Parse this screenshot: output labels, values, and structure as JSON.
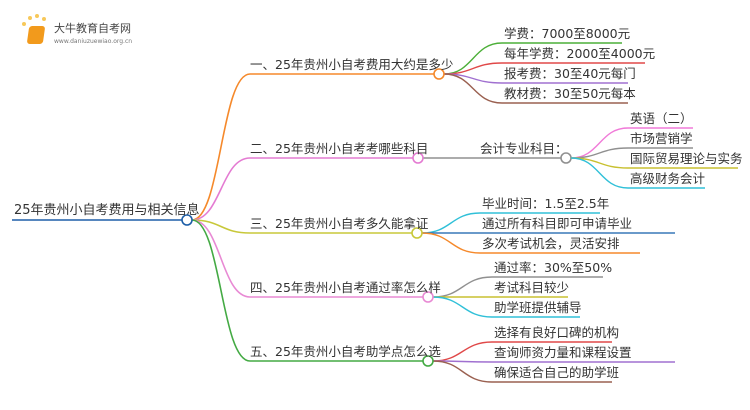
{
  "logo": {
    "name": "大牛教育自考网",
    "url": "www.daniuzuewiao.org.cn"
  },
  "root": "25年贵州小自考费用与相关信息",
  "branches": [
    {
      "label": "一、25年贵州小自考费用大约是多少",
      "color": "#f5892b",
      "leaves": [
        {
          "text": "学费：7000至8000元",
          "color": "#4caf38"
        },
        {
          "text": "每年学费：2000至4000元",
          "color": "#e04848"
        },
        {
          "text": "报考费：30至40元每门",
          "color": "#a070d0"
        },
        {
          "text": "教材费：30至50元每本",
          "color": "#9a6050"
        }
      ]
    },
    {
      "label": "二、25年贵州小自考考哪些科目",
      "color": "#e47bd2",
      "sub": {
        "text": "会计专业科目：",
        "color": "#909090"
      },
      "leaves": [
        {
          "text": "英语（二）",
          "color": "#f07ad8"
        },
        {
          "text": "市场营销学",
          "color": "#909090"
        },
        {
          "text": "国际贸易理论与实务",
          "color": "#c8c030"
        },
        {
          "text": "高级财务会计",
          "color": "#30c0d8"
        }
      ]
    },
    {
      "label": "三、25年贵州小自考多久能拿证",
      "color": "#c8c83a",
      "leaves": [
        {
          "text": "毕业时间：1.5至2.5年",
          "color": "#30c0d8"
        },
        {
          "text": "通过所有科目即可申请毕业",
          "color": "#3878b8"
        },
        {
          "text": "多次考试机会，灵活安排",
          "color": "#f5892b"
        }
      ]
    },
    {
      "label": "四、25年贵州小自考通过率怎么样",
      "color": "#e88ad4",
      "leaves": [
        {
          "text": "通过率：30%至50%",
          "color": "#909090"
        },
        {
          "text": "考试科目较少",
          "color": "#c8c030"
        },
        {
          "text": "助学班提供辅导",
          "color": "#30c0d8"
        }
      ]
    },
    {
      "label": "五、25年贵州小自考助学点怎么选",
      "color": "#44aa44",
      "leaves": [
        {
          "text": "选择有良好口碑的机构",
          "color": "#e04848"
        },
        {
          "text": "查询师资力量和课程设置",
          "color": "#a070d0"
        },
        {
          "text": "确保适合自己的助学班",
          "color": "#9a6050"
        }
      ]
    }
  ],
  "root_color": "#1e5fa8"
}
